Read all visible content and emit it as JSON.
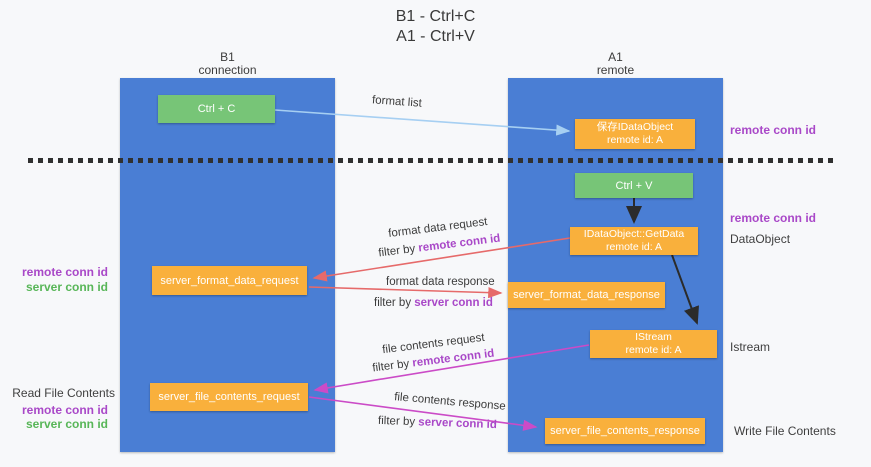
{
  "title": {
    "line1": "B1 - Ctrl+C",
    "line2": "A1 - Ctrl+V"
  },
  "columns": {
    "left": {
      "header_line1": "B1",
      "header_line2": "connection"
    },
    "right": {
      "header_line1": "A1",
      "header_line2": "remote"
    }
  },
  "boxes": {
    "ctrl_c": "Ctrl + C",
    "ctrl_v": "Ctrl + V",
    "save_dataobject": {
      "line1": "保存IDataObject",
      "line2": "remote id: A"
    },
    "getdata": {
      "line1": "IDataObject::GetData",
      "line2": "remote id: A"
    },
    "istream": {
      "line1": "IStream",
      "line2": "remote id: A"
    },
    "format_request": "server_format_data_request",
    "format_response": "server_format_data_response",
    "file_request": "server_file_contents_request",
    "file_response": "server_file_contents_response"
  },
  "arrow_labels": {
    "format_list": "format list",
    "format_data_request": "format data request",
    "format_data_response": "format data response",
    "file_contents_request": "file contents request",
    "file_contents_response": "file contents response",
    "filter_by": "filter by ",
    "remote_conn_id": "remote conn id",
    "server_conn_id": "server conn id"
  },
  "side_labels": {
    "right_remote_conn_id_top": "remote conn id",
    "right_remote_conn_id_mid": "remote conn id",
    "right_dataobject": "DataObject",
    "right_istream": "Istream",
    "right_write_file_contents": "Write File Contents",
    "left_remote_conn_id_top": "remote conn id",
    "left_server_conn_id_top": "server conn id",
    "left_read_file_contents": "Read File Contents",
    "left_remote_conn_id_bottom": "remote conn id",
    "left_server_conn_id_bottom": "server conn id"
  },
  "colors": {
    "background": "#f7f8fa",
    "column_blue": "#4a7ed4",
    "box_green": "#77c577",
    "box_orange": "#f9b03c",
    "arrow_red": "#e66a6a",
    "arrow_magenta": "#cb4bc7",
    "arrow_lightblue": "#a6cff2",
    "arrow_black": "#2b2b2b",
    "label_purple": "#a948c8",
    "label_green": "#58b658",
    "dash_color": "#303030"
  }
}
